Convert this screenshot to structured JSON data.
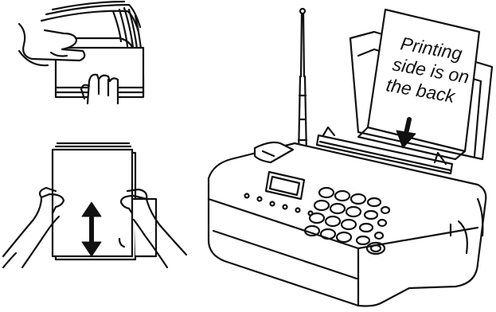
{
  "callout": {
    "line1": "Printing",
    "line2": "side is on",
    "line3": "the back"
  }
}
